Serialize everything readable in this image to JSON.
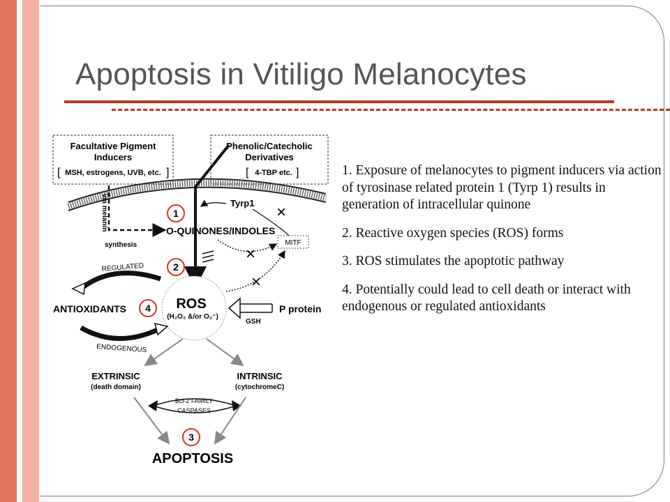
{
  "slide": {
    "title": "Apoptosis in Vitiligo Melanocytes",
    "colors": {
      "accent_dark": "#e2715f",
      "accent_light": "#f1b29f",
      "rule": "#b73a22",
      "title_text": "#555555"
    }
  },
  "diagram": {
    "box_pigment_title_1": "Facultative Pigment",
    "box_pigment_title_2": "Inducers",
    "box_pigment_examples": "MSH, estrogens, UVB, etc.",
    "box_phenolic_title_1": "Phenolic/Catecholic",
    "box_phenolic_title_2": "Derivatives",
    "box_phenolic_examples": "4-TBP etc.",
    "via_melanin": "via melanin",
    "synthesis": "synthesis",
    "tyrp1": "Tyrp1",
    "quinones": "O-QUINONES/INDOLES",
    "mitf": "MITF",
    "regulated": "REGULATED",
    "antioxidants": "ANTIOXIDANTS",
    "endogenous": "ENDOGENOUS",
    "ros": "ROS",
    "ros_sub": "(H₂O₂ &/or O₂⁻)",
    "p_protein": "P protein",
    "gsh": "GSH",
    "extrinsic": "EXTRINSIC",
    "extrinsic_sub": "(death domain)",
    "intrinsic": "INTRINSIC",
    "intrinsic_sub": "(cytochromeC)",
    "bcl2": "Bcl-2 FAMILY",
    "caspases": "CASPASES",
    "apoptosis": "APOPTOSIS",
    "step1": "1",
    "step2": "2",
    "step3": "3",
    "step4": "4"
  },
  "notes": [
    "1. Exposure of melanocytes to pigment inducers via action of tyrosinase related protein 1 (Tyrp 1) results in generation of intracellular quinone",
    "2. Reactive oxygen species (ROS) forms",
    "3. ROS stimulates the apoptotic pathway",
    "4. Potentially could lead to cell death or interact with endogenous or regulated antioxidants"
  ]
}
